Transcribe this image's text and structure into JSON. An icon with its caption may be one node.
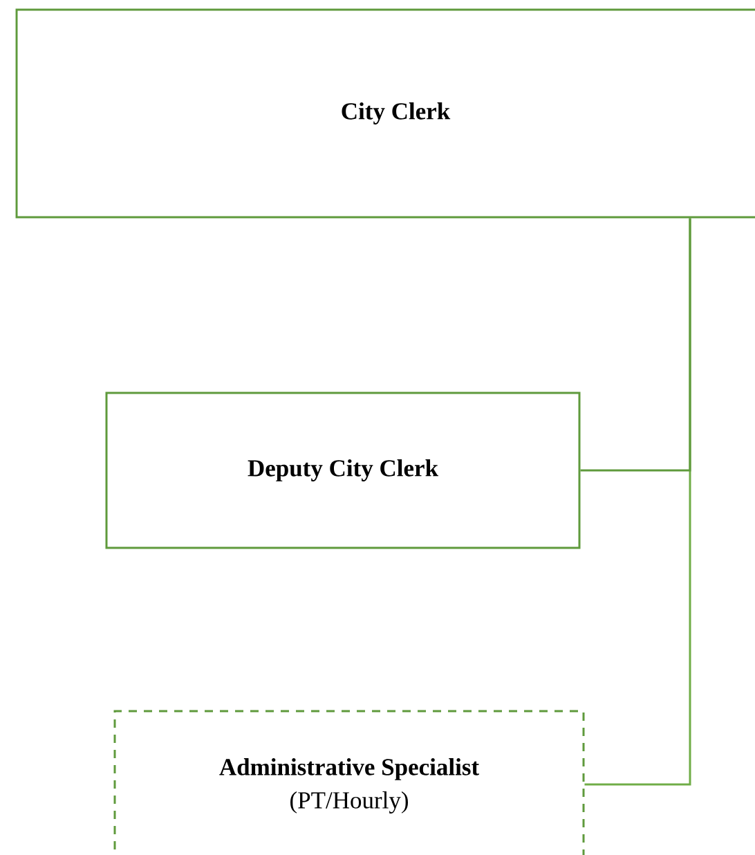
{
  "diagram": {
    "nodes": [
      {
        "text": [
          "City Clerk"
        ]
      },
      {
        "text": [
          "Deputy City Clerk"
        ]
      },
      {
        "text": [
          "Administrative Specialist",
          "(PT/Hourly)"
        ]
      }
    ],
    "edges": [
      {
        "from": 0,
        "to": 1,
        "arrow": "none"
      },
      {
        "from": 0,
        "to": 2,
        "arrow": "none",
        "color": "#70ad47"
      }
    ]
  }
}
